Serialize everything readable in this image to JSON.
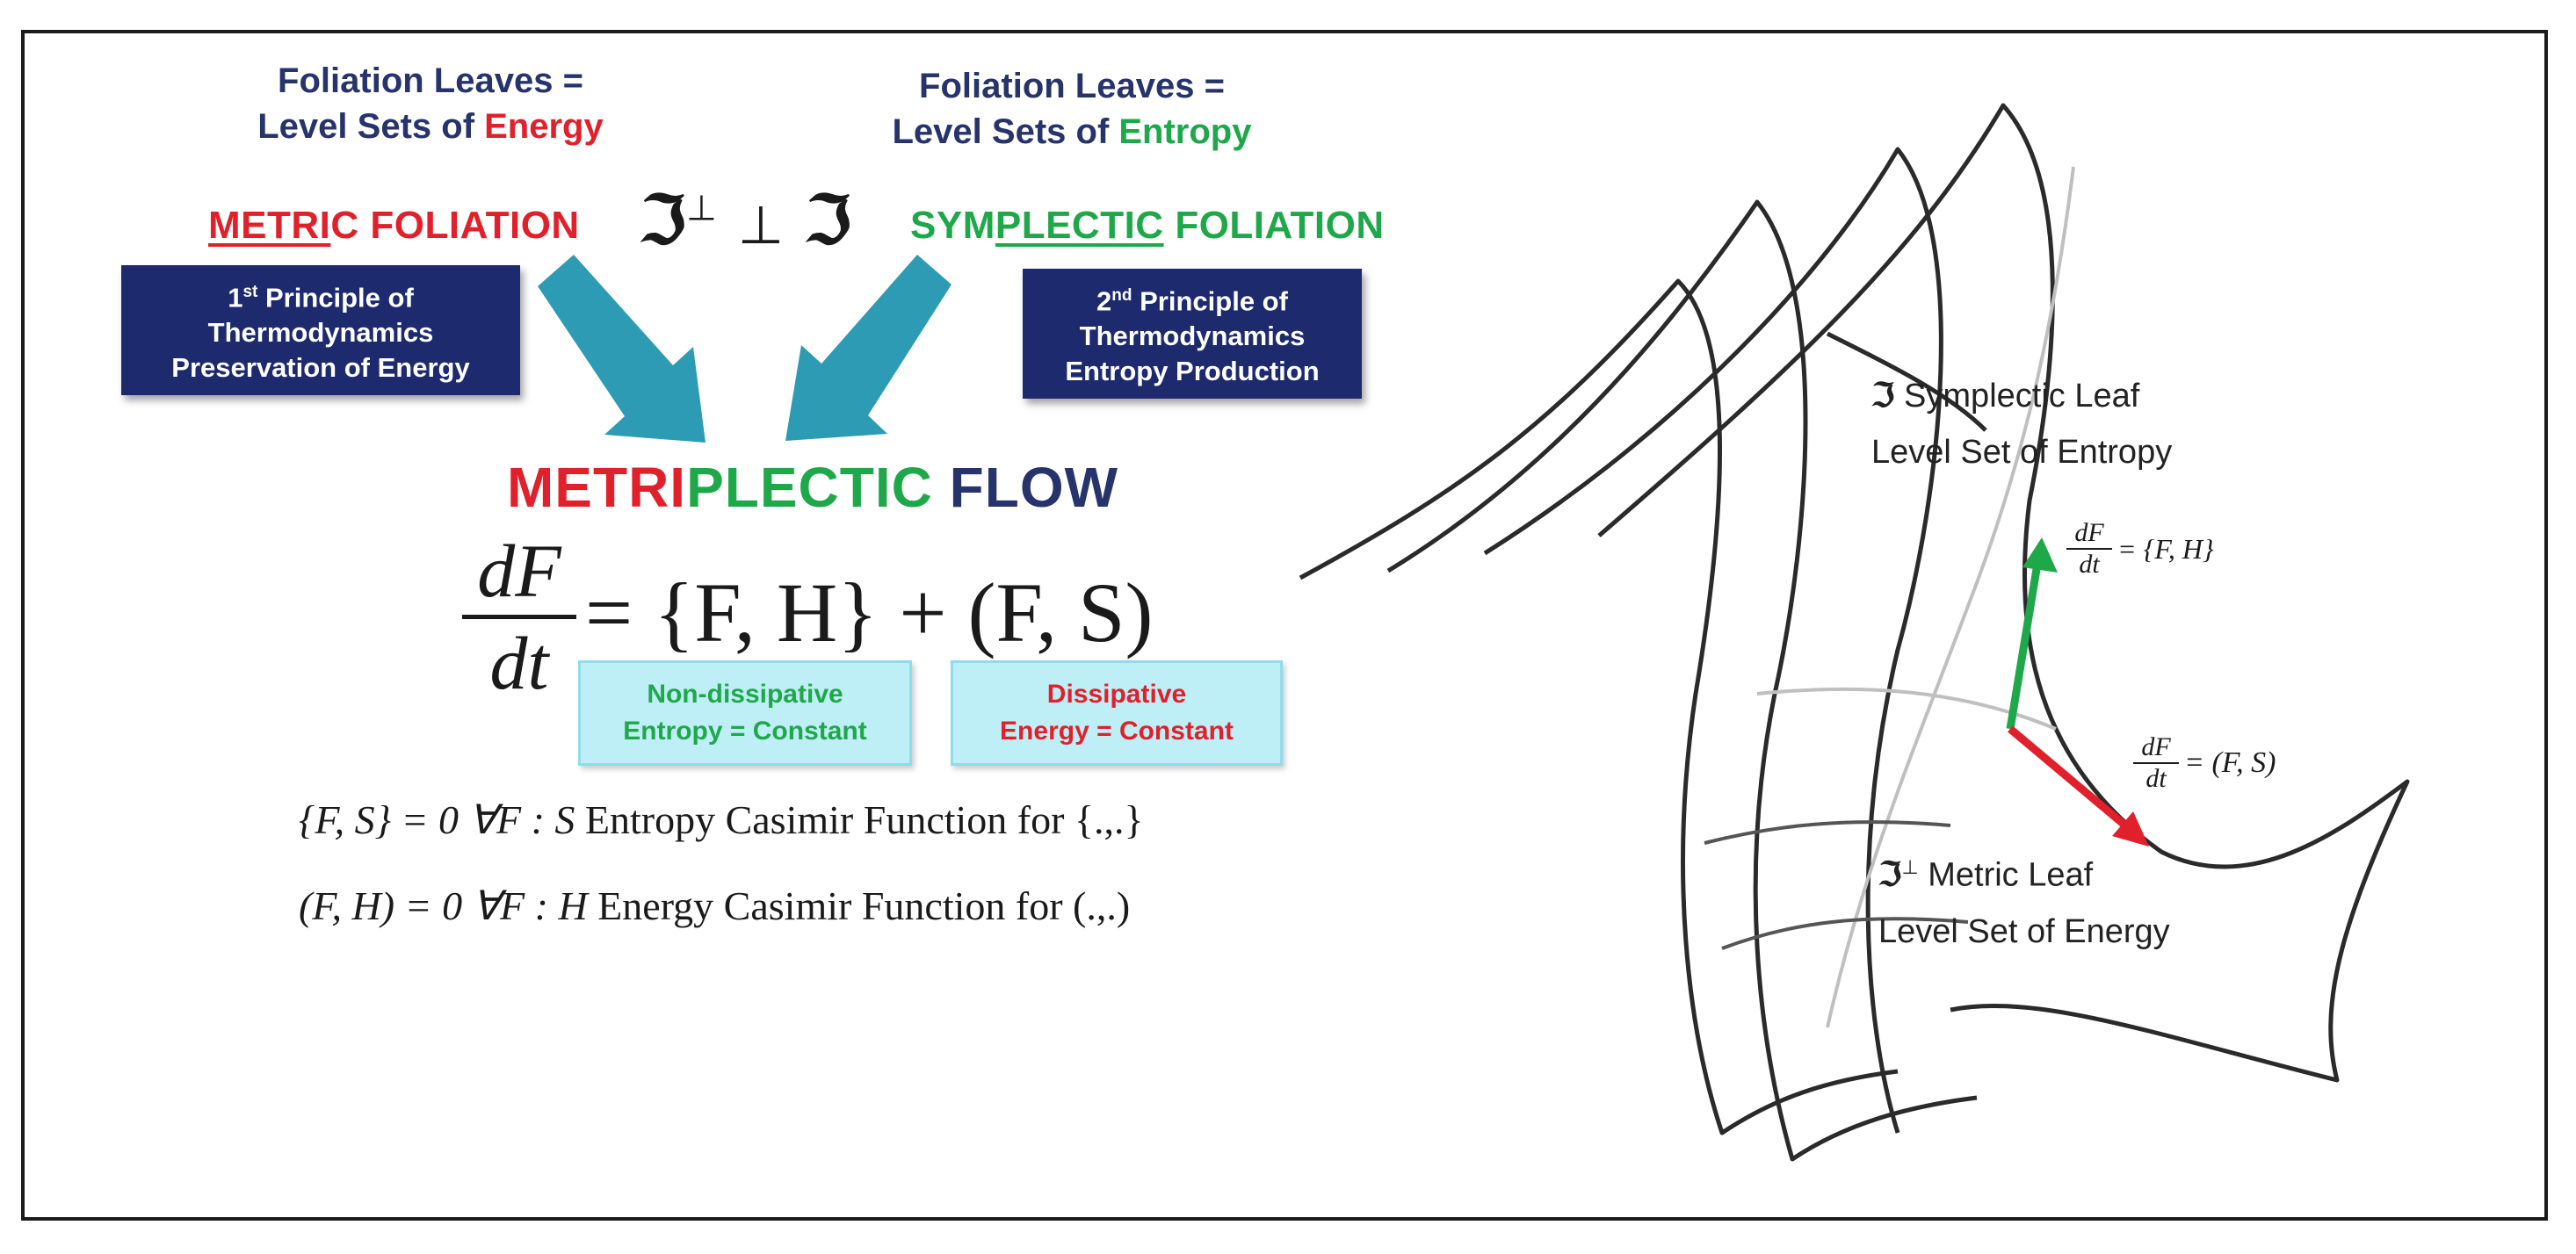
{
  "header_left": {
    "line1": "Foliation Leaves =",
    "line2_prefix": "Level Sets of ",
    "line2_key": "Energy"
  },
  "header_right": {
    "line1": "Foliation Leaves =",
    "line2_prefix": "Level Sets of ",
    "line2_key": "Entropy"
  },
  "metric_foliation": {
    "underlined": "METRI",
    "red_mid": "C",
    "rest": " FOLIATION"
  },
  "orthogonality": {
    "left_symbol": "ℑ",
    "left_sup": "⊥",
    "perp": "⊥",
    "right_symbol": "ℑ"
  },
  "symplectic_foliation": {
    "prefix": "SYM",
    "underlined": "PLECTIC",
    "rest": " FOLIATION"
  },
  "box_left": {
    "sup_num": "1",
    "sup_suffix": "st",
    "line1_rest": " Principle of",
    "line2": "Thermodynamics",
    "line3": "Preservation of Energy"
  },
  "box_right": {
    "sup_num": "2",
    "sup_suffix": "nd",
    "line1_rest": " Principle of",
    "line2": "Thermodynamics",
    "line3": "Entropy Production"
  },
  "flow_title": {
    "part1": "METRI",
    "part2": "PLECTIC",
    "part3": " FLOW"
  },
  "equation": {
    "numerator": "dF",
    "denominator": "dt",
    "rhs": "= {F, H} + (F, S)"
  },
  "label_nondissipative": {
    "line1": "Non-dissipative",
    "line2": "Entropy = Constant"
  },
  "label_dissipative": {
    "line1": "Dissipative",
    "line2": "Energy = Constant"
  },
  "casimir_entropy": {
    "lhs": "{F, S} = 0  ∀F : S",
    "text": " Entropy Casimir Function for ",
    "bracket": "{.,.}"
  },
  "casimir_energy": {
    "lhs": "(F, H) = 0  ∀F : H",
    "text": " Energy Casimir Function for ",
    "bracket": "(.,.)"
  },
  "symplectic_leaf": {
    "symbol": "ℑ",
    "line1": " Symplectic Leaf",
    "line2": "Level Set of Entropy"
  },
  "metric_leaf": {
    "symbol": "ℑ",
    "sup": "⊥",
    "line1": " Metric Leaf",
    "line2": "Level Set of Energy"
  },
  "vector_green": {
    "num": "dF",
    "den": "dt",
    "rhs": "= {F, H}"
  },
  "vector_red": {
    "num": "dF",
    "den": "dt",
    "rhs": "= (F, S)"
  },
  "colors": {
    "navy": "#27336b",
    "red": "#e0202a",
    "green": "#1fa84a",
    "teal_arrow": "#2e9bb4",
    "box_bg": "#1d2a6e",
    "label_bg": "#bfeff6"
  }
}
